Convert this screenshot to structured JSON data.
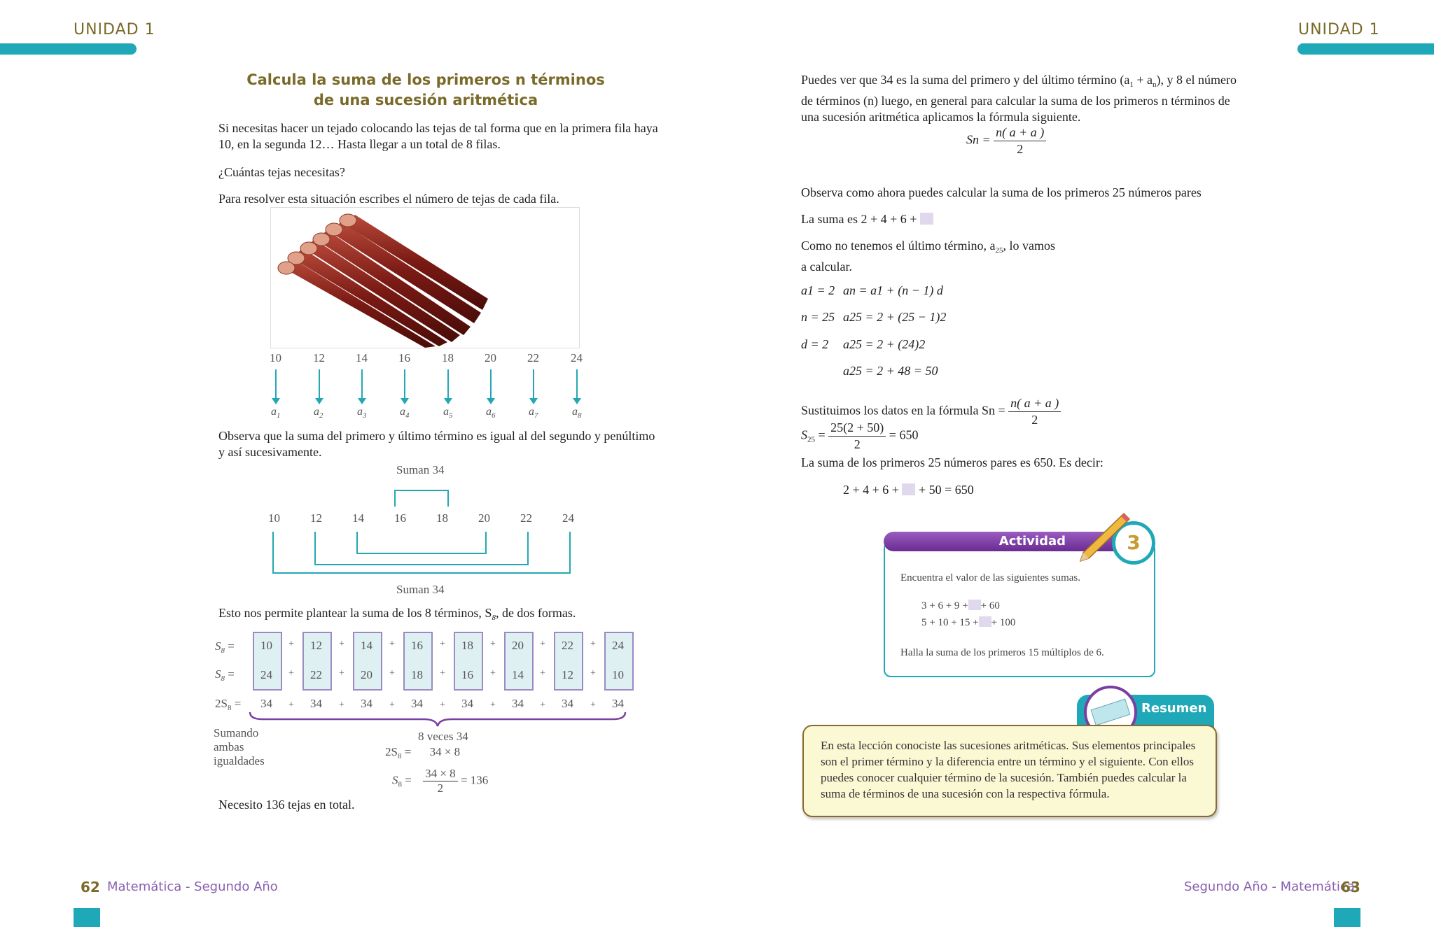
{
  "header": {
    "left_unit": "UNIDAD 1",
    "right_unit": "UNIDAD 1"
  },
  "left": {
    "title_line1": "Calcula la suma de los primeros n términos",
    "title_line2": "de una sucesión aritmética",
    "p1_line1": "Si necesitas hacer un tejado colocando las tejas de tal forma que en la primera fila haya",
    "p1_line2": "10, en la segunda 12… Hasta llegar a un total de 8 filas.",
    "question": "¿Cuántas tejas necesitas?",
    "p2": "Para resolver esta situación escribes el número de tejas de cada fila.",
    "row_numbers": [
      "10",
      "12",
      "14",
      "16",
      "18",
      "20",
      "22",
      "24"
    ],
    "term_labels": [
      "1",
      "2",
      "3",
      "4",
      "5",
      "6",
      "7",
      "8"
    ],
    "term_letter": "a",
    "p3_line1": "Observa que la suma del primero y último término es igual al del segundo y penúltimo",
    "p3_line2": "y así sucesivamente.",
    "suman_top": "Suman 34",
    "suman_bottom": "Suman 34",
    "pair_numbers": [
      "10",
      "12",
      "14",
      "16",
      "18",
      "20",
      "22",
      "24"
    ],
    "p4_a": "Esto nos permite plantear la suma de los 8 términos, S",
    "p4_sub": "8",
    "p4_b": ", de dos formas.",
    "row1": [
      "10",
      "12",
      "14",
      "16",
      "18",
      "20",
      "22",
      "24"
    ],
    "row2": [
      "24",
      "22",
      "20",
      "18",
      "16",
      "14",
      "12",
      "10"
    ],
    "row3": [
      "34",
      "34",
      "34",
      "34",
      "34",
      "34",
      "34",
      "34"
    ],
    "s8_label": "S",
    "two_s8_label": "2S",
    "sub8": "8",
    "eq": "=",
    "plus": "+",
    "sumando": [
      "Sumando",
      "ambas",
      "igualdades"
    ],
    "ocho_veces": "8 veces 34",
    "prod": "34 × 8",
    "frac_num": "34 × 8",
    "frac_den": "2",
    "result": "= 136",
    "conclusion": "Necesito 136 tejas en total."
  },
  "right": {
    "p1_line1_a": "Puedes ver que 34 es la suma del primero y del último término (a",
    "p1_line1_b": " + a",
    "p1_line1_c": "), y 8 el número",
    "p1_line2": "de términos (n) luego, en general para calcular la suma de los primeros n términos de",
    "p1_line3": "una sucesión aritmética aplicamos la fórmula siguiente.",
    "sub1": "1",
    "subn": "n",
    "formula_lhs": "Sn =",
    "formula_num": "n( a  + a )",
    "formula_den": "2",
    "p2": "Observa como ahora puedes calcular la suma de los primeros 25 números pares",
    "p3": "La suma es 2 + 4 + 6 +",
    "p4_line1_a": "Como no tenemos el último término, a",
    "p4_sub": "25",
    "p4_line1_b": ", lo vamos",
    "p4_line2": "a calcular.",
    "eq_lines": [
      {
        "left": "a1 = 2",
        "right": "an = a1 + (n − 1) d"
      },
      {
        "left": "n = 25",
        "right": "a25 = 2 + (25 − 1)2"
      },
      {
        "left": "d = 2",
        "right": "a25 = 2 + (24)2"
      },
      {
        "left": "",
        "right": "a25 = 2 + 48 = 50"
      }
    ],
    "subst": "Sustituimos los datos en la fórmula Sn =",
    "s25_lhs": "S",
    "s25_sub": "25",
    "s25_num": "25(2 + 50)",
    "s25_den": "2",
    "s25_result": "= 650",
    "p5": "La suma de los primeros 25 números pares es 650. Es decir:",
    "p6_a": "2 + 4 + 6 +",
    "p6_b": "+ 50 = 650",
    "activity": {
      "title": "Actividad",
      "number": "3",
      "instruction": "Encuentra el valor de las siguientes sumas.",
      "sum1_a": "3 + 6 + 9 +",
      "sum1_b": "+ 60",
      "sum2_a": "5 + 10 + 15 +",
      "sum2_b": "+ 100",
      "task": "Halla la suma de los primeros 15 múltiplos de 6."
    },
    "resumen": {
      "title": "Resumen",
      "line1": "En esta lección conociste las sucesiones aritméticas. Sus elementos principales",
      "line2": "son el primer término y la diferencia entre un término y el siguiente. Con ellos",
      "line3": "puedes conocer cualquier término de la sucesión. También puedes calcular la",
      "line4": "suma de términos de una sucesión con la respectiva fórmula."
    }
  },
  "footer": {
    "left_num": "62",
    "left_txt": "Matemática - Segundo Año",
    "right_txt": "Segundo Año - Matemática",
    "right_num": "63"
  },
  "colors": {
    "teal": "#1fa9b8",
    "gold": "#7a6a2a",
    "purple": "#7b3fa0",
    "box_fill": "#dff0f3",
    "square": "#e0d8ec"
  }
}
